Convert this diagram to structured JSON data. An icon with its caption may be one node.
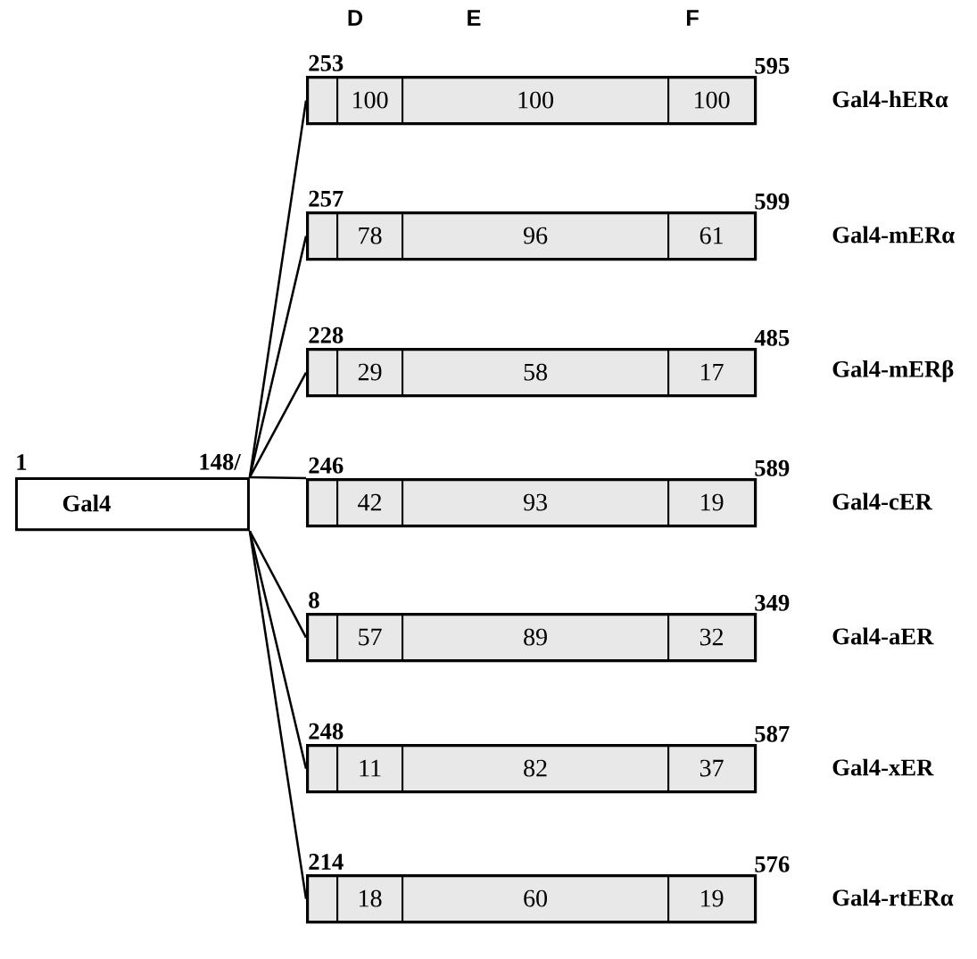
{
  "diagram": {
    "nodes": [
      {
        "text": [
          "Gal4"
        ],
        "beside": [
          "1",
          "148/"
        ]
      },
      {
        "text": [],
        "shape": "bar",
        "beside": [
          "253",
          "595",
          "Gal4-hERα"
        ]
      },
      {
        "text": [],
        "shape": "box",
        "in": 1
      },
      {
        "text": [
          "100"
        ],
        "in": 1
      },
      {
        "text": [
          "100"
        ],
        "in": 1
      },
      {
        "text": [
          "100"
        ],
        "in": 1
      },
      {
        "text": [],
        "shape": "bar",
        "beside": [
          "257",
          "599",
          "Gal4-mERα"
        ]
      },
      {
        "text": [],
        "shape": "box",
        "in": 6
      },
      {
        "text": [
          "78"
        ],
        "in": 6
      },
      {
        "text": [
          "96"
        ],
        "in": 6
      },
      {
        "text": [
          "61"
        ],
        "in": 6
      },
      {
        "text": [],
        "shape": "bar",
        "beside": [
          "228",
          "485",
          "Gal4-mERβ"
        ]
      },
      {
        "text": [],
        "shape": "box",
        "in": 11
      },
      {
        "text": [
          "29"
        ],
        "in": 11
      },
      {
        "text": [
          "58"
        ],
        "in": 11
      },
      {
        "text": [
          "17"
        ],
        "in": 11
      },
      {
        "text": [],
        "shape": "bar",
        "beside": [
          "246",
          "589",
          "Gal4-cER"
        ]
      },
      {
        "text": [],
        "shape": "box",
        "in": 16
      },
      {
        "text": [
          "42"
        ],
        "in": 16
      },
      {
        "text": [
          "93"
        ],
        "in": 16
      },
      {
        "text": [
          "19"
        ],
        "in": 16
      },
      {
        "text": [],
        "shape": "bar",
        "beside": [
          "8",
          "349",
          "Gal4-aER"
        ]
      },
      {
        "text": [],
        "shape": "box",
        "in": 21
      },
      {
        "text": [
          "57"
        ],
        "in": 21
      },
      {
        "text": [
          "89"
        ],
        "in": 21
      },
      {
        "text": [
          "32"
        ],
        "in": 21
      },
      {
        "text": [],
        "shape": "bar",
        "beside": [
          "248",
          "587",
          "Gal4-xER"
        ]
      },
      {
        "text": [],
        "shape": "box",
        "in": 26
      },
      {
        "text": [
          "11"
        ],
        "in": 26
      },
      {
        "text": [
          "82"
        ],
        "in": 26
      },
      {
        "text": [
          "37"
        ],
        "in": 26
      },
      {
        "text": [],
        "shape": "bar",
        "beside": [
          "214",
          "576",
          "Gal4-rtERα"
        ]
      },
      {
        "text": [],
        "shape": "box",
        "in": 31
      },
      {
        "text": [
          "18"
        ],
        "in": 31
      },
      {
        "text": [
          "60"
        ],
        "in": 31
      },
      {
        "text": [
          "19"
        ],
        "in": 31
      }
    ],
    "edges": [
      {
        "from": 0,
        "to": 1,
        "arrow": "none"
      },
      {
        "from": 0,
        "to": 6,
        "arrow": "none"
      },
      {
        "from": 0,
        "to": 11,
        "arrow": "none"
      },
      {
        "from": 0,
        "to": 16,
        "arrow": "none"
      },
      {
        "from": 0,
        "to": 21,
        "arrow": "none"
      },
      {
        "from": 0,
        "to": 26,
        "arrow": "none"
      },
      {
        "from": 0,
        "to": 31,
        "arrow": "none"
      }
    ],
    "labels": [
      "D",
      "E",
      "F"
    ]
  }
}
